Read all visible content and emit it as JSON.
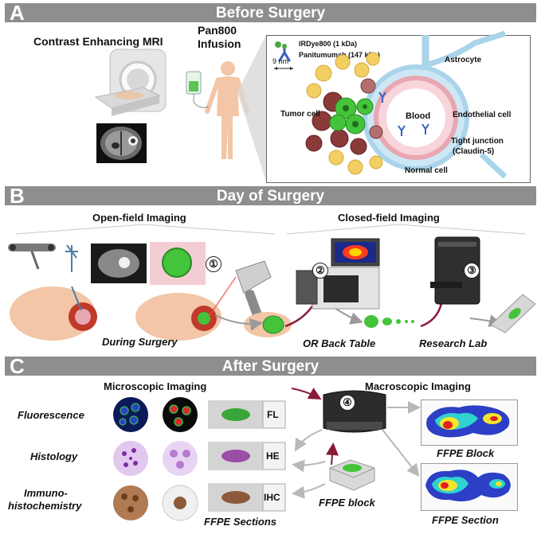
{
  "sections": {
    "a": {
      "letter": "A",
      "title": "Before Surgery",
      "mri_label": "Contrast Enhancing MRI",
      "infusion_line1": "Pan800",
      "infusion_line2": "Infusion",
      "legend": {
        "dye": "IRDye800 (1 kDa)",
        "antibody": "Panitumumab (147 kDa)",
        "scale": "9 nm"
      },
      "labels": {
        "astrocyte": "Astrocyte",
        "blood": "Blood",
        "tumor_cell": "Tumor cell",
        "endothelial_cell": "Endothelial cell",
        "tight_junction_1": "Tight junction",
        "tight_junction_2": "(Claudin-5)",
        "normal_cell": "Normal cell"
      }
    },
    "b": {
      "letter": "B",
      "title": "Day of Surgery",
      "open_field": "Open-field Imaging",
      "closed_field": "Closed-field Imaging",
      "step1": "①",
      "step2": "②",
      "step3": "③",
      "during_surgery": "During Surgery",
      "or_back_table": "OR Back Table",
      "research_lab": "Research Lab"
    },
    "c": {
      "letter": "C",
      "title": "After Surgery",
      "microscopic": "Microscopic Imaging",
      "macroscopic": "Macroscopic Imaging",
      "rows": [
        {
          "label": "Fluorescence",
          "tag": "FL"
        },
        {
          "label": "Histology",
          "tag": "HE"
        },
        {
          "label_line1": "Immuno-",
          "label_line2": "histochemistry",
          "tag": "IHC"
        }
      ],
      "ffpe_sections": "FFPE Sections",
      "ffpe_block_device": "FFPE block",
      "step4": "④",
      "ffpe_block_image": "FFPE Block",
      "ffpe_section_image": "FFPE Section"
    }
  },
  "colors": {
    "banner": "#8e8e8e",
    "vessel": "#a9d4ea",
    "blood": "#f4c9cf",
    "tumor": "#8b3a3a",
    "fluorescent_green": "#43c43a",
    "normal_cell": "#f2cf63"
  }
}
